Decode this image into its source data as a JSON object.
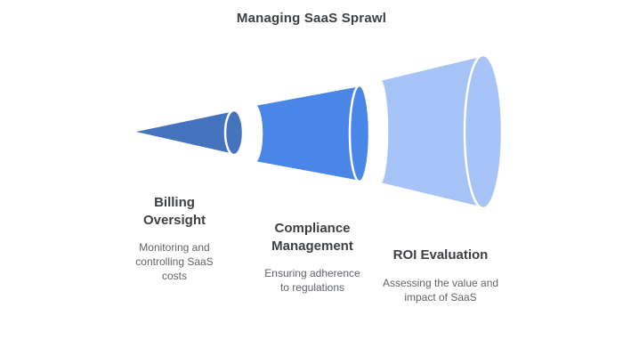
{
  "title": "Managing SaaS Sprawl",
  "funnel": {
    "type": "horizontal-funnel",
    "segments": [
      {
        "heading": "Billing Oversight",
        "description": "Monitoring and controlling SaaS costs",
        "color": "#4573bd"
      },
      {
        "heading": "Compliance Management",
        "description": "Ensuring adherence to regulations",
        "color": "#4a86e8"
      },
      {
        "heading": "ROI Evaluation",
        "description": "Assessing the value and impact of SaaS",
        "color": "#a6c4f7"
      }
    ]
  },
  "colors": {
    "background": "#ffffff",
    "heading_text": "#3c4043",
    "description_text": "#5f6368",
    "segment_outline": "#ffffff"
  }
}
